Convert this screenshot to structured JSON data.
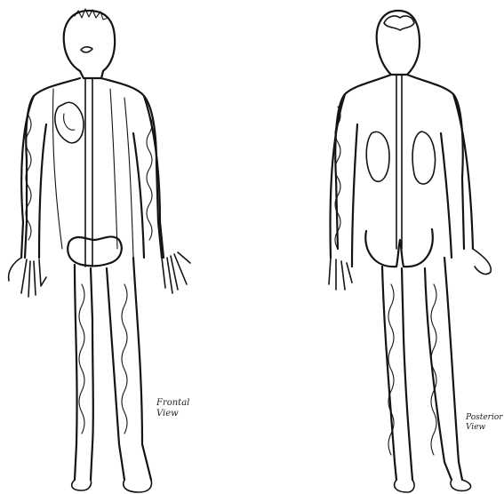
{
  "figures": [
    {
      "id": "front",
      "annotation": [
        "Frontal",
        "View"
      ]
    },
    {
      "id": "back",
      "annotation": [
        "Posterior",
        "View"
      ]
    }
  ],
  "colors": {
    "ink": "#141414",
    "background": "#ffffff"
  }
}
